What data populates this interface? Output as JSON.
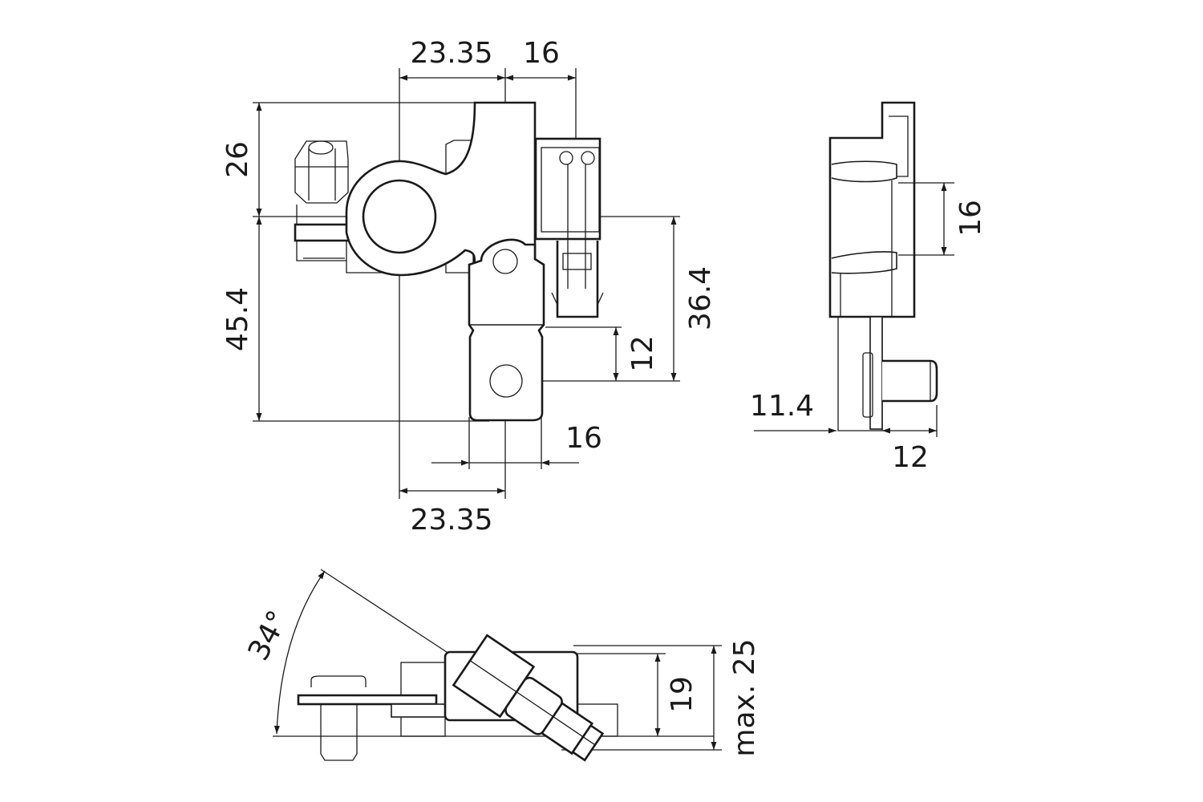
{
  "front_view": {
    "dim_top_left": "23.35",
    "dim_top_right": "16",
    "dim_left_upper": "26",
    "dim_left_lower": "45.4",
    "dim_right_tall": "36.4",
    "dim_right_short": "12",
    "dim_bottom_tab": "16",
    "dim_bottom_offset": "23.35"
  },
  "side_view": {
    "dim_height": "16",
    "dim_left": "11.4",
    "dim_pin": "12"
  },
  "bottom_view": {
    "dim_angle": "34°",
    "dim_height": "19",
    "dim_max": "max. 25"
  },
  "colors": {
    "line": "#1a1a1a",
    "background": "#ffffff"
  }
}
